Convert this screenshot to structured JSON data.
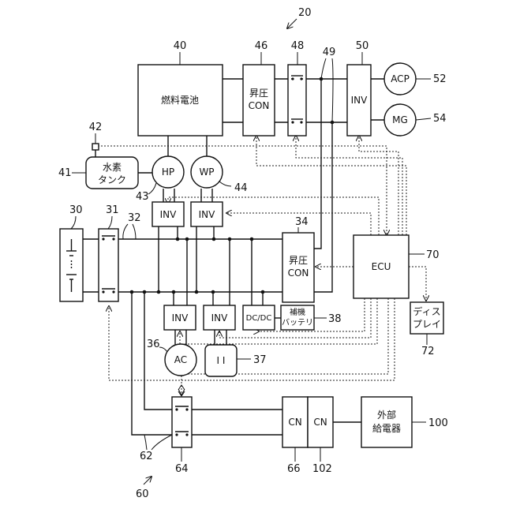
{
  "refs": {
    "system": "20",
    "fuel_cell": "40",
    "boost_conv_46": "46",
    "relay_48": "48",
    "bus_49": "49",
    "inv_50": "50",
    "acp": "52",
    "mg": "54",
    "hydrogen_sensor": "42",
    "hydrogen_tank": "41",
    "hp": "43",
    "wp": "44",
    "battery": "30",
    "relay_31": "31",
    "line_32": "32",
    "boost_conv_34": "34",
    "ecu": "70",
    "ac": "36",
    "ii": "37",
    "aux_battery": "38",
    "display": "72",
    "relay_64": "64",
    "line_62": "62",
    "cn_66": "66",
    "cn_102": "102",
    "ext_supply": "100",
    "group_60": "60"
  },
  "labels": {
    "fuel_cell": "燃料電池",
    "boost_line1": "昇圧",
    "boost_line2": "CON",
    "inv": "INV",
    "acp": "ACP",
    "mg": "MG",
    "tank_line1": "水素",
    "tank_line2": "タンク",
    "hp": "HP",
    "wp": "WP",
    "ecu": "ECU",
    "ac": "AC",
    "ii": "I I",
    "dcdc": "DC/DC",
    "aux_line1": "補機",
    "aux_line2": "バッテリ",
    "disp_line1": "ディス",
    "disp_line2": "プレイ",
    "cn": "CN",
    "ext_line1": "外部",
    "ext_line2": "給電器"
  }
}
